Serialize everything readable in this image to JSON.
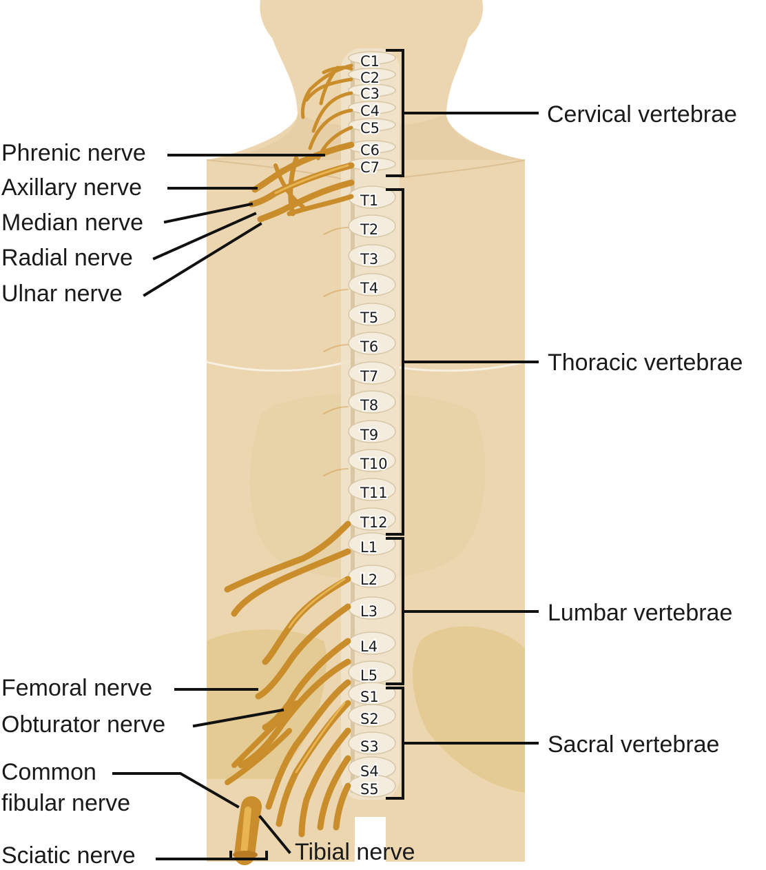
{
  "diagram": {
    "vertebrae": [
      "C1",
      "C2",
      "C3",
      "C4",
      "C5",
      "C6",
      "C7",
      "T1",
      "T2",
      "T3",
      "T4",
      "T5",
      "T6",
      "T7",
      "T8",
      "T9",
      "T10",
      "T11",
      "T12",
      "L1",
      "L2",
      "L3",
      "L4",
      "L5",
      "S1",
      "S2",
      "S3",
      "S4",
      "S5"
    ],
    "region_labels": {
      "cervical": "Cervical vertebrae",
      "thoracic": "Thoracic vertebrae",
      "lumbar": "Lumbar vertebrae",
      "sacral": "Sacral vertebrae"
    },
    "nerve_labels": {
      "phrenic": "Phrenic nerve",
      "axillary": "Axillary nerve",
      "median": "Median nerve",
      "radial": "Radial nerve",
      "ulnar": "Ulnar nerve",
      "femoral": "Femoral nerve",
      "obturator": "Obturator nerve",
      "common_fibular_line1": "Common",
      "common_fibular_line2": "fibular nerve",
      "sciatic": "Sciatic nerve",
      "tibial": "Tibial nerve"
    },
    "colors": {
      "skin": "#ecd6b0",
      "skin_shade": "#e2c79b",
      "nerve": "#c98d2c",
      "nerve_highlight": "#e8b552",
      "spine": "#efe3cc",
      "pelvis": "#e3c98e"
    }
  }
}
